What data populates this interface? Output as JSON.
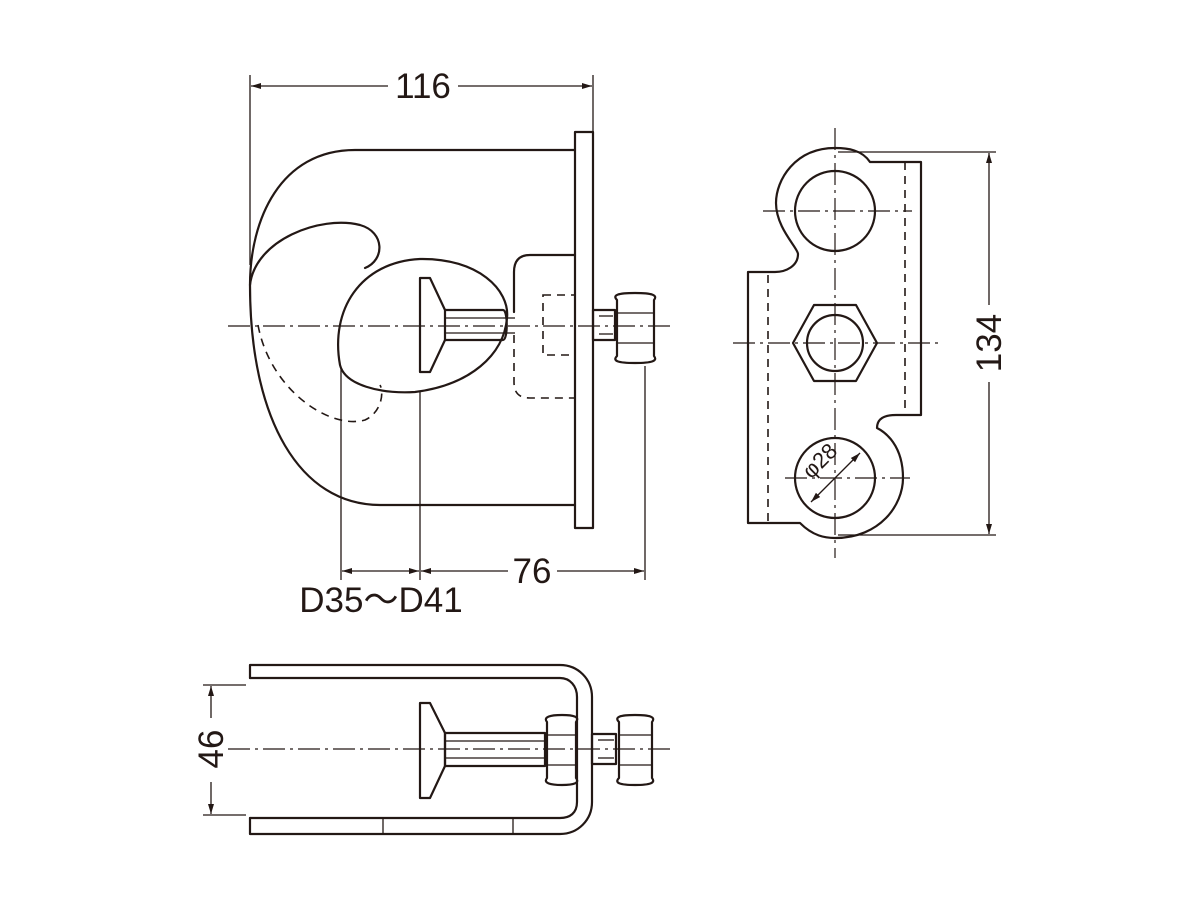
{
  "dimensions": {
    "overall_width": "116",
    "throat_depth": "76",
    "flange_range": "D35～D41",
    "height": "134",
    "depth": "46",
    "hole_diameter": "φ28"
  },
  "colors": {
    "line": "#231815",
    "background": "#ffffff"
  }
}
